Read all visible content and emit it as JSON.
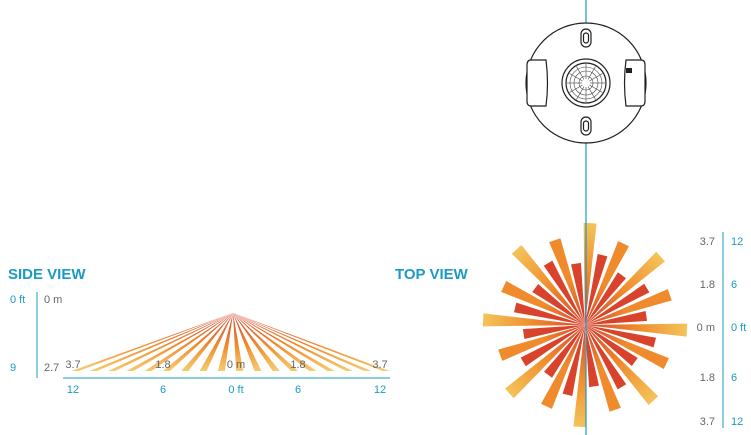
{
  "colors": {
    "accent": "#1a9bc4",
    "ray_red": "#d9432b",
    "ray_orange": "#ef8b2c",
    "ray_yellow": "#f4c35a",
    "outline": "#231f20",
    "text_grey": "#666666"
  },
  "side_view": {
    "title": "SIDE VIEW",
    "vertical_scale": {
      "ft": [
        "0 ft",
        "9"
      ],
      "m": [
        "0 m",
        "2.7"
      ]
    },
    "horizontal_scale": {
      "m": [
        "3.7",
        "1.8",
        "0 m",
        "1.8",
        "3.7"
      ],
      "ft": [
        "12",
        "6",
        "0 ft",
        "6",
        "12"
      ]
    }
  },
  "top_view": {
    "title": "TOP VIEW",
    "vertical_scale": {
      "m": [
        "3.7",
        "1.8",
        "0 m",
        "1.8",
        "3.7"
      ],
      "ft": [
        "12",
        "6",
        "0 ft",
        "6",
        "12"
      ]
    }
  },
  "sensor": {
    "icon": "occupancy-sensor-top-icon"
  }
}
